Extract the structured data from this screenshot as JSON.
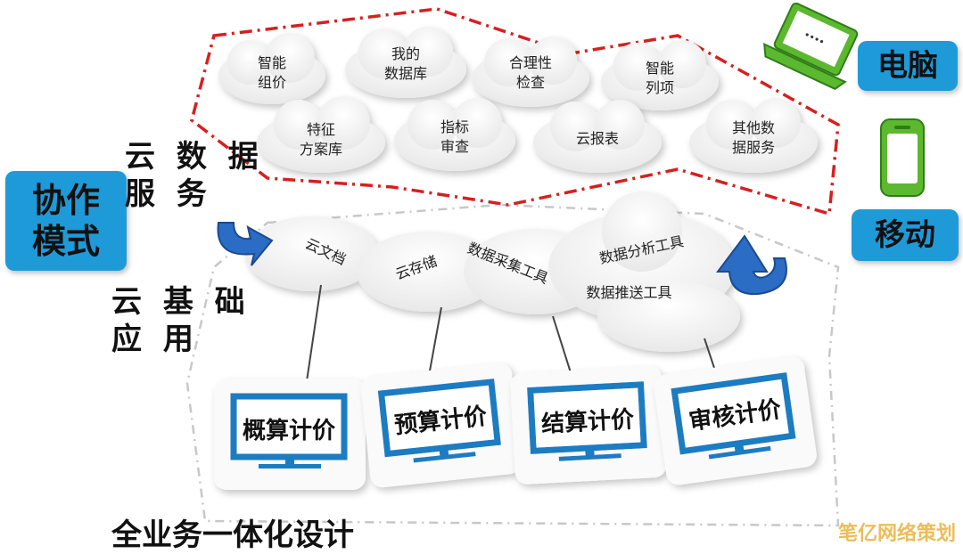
{
  "left_box": {
    "label": "协作\n模式"
  },
  "right_boxes": {
    "computer": "电脑",
    "mobile": "移动"
  },
  "section_labels": {
    "cloud_data_service": "云 数 据\n服 务",
    "cloud_basic_app": "云 基 础\n应 用",
    "integrated_design": "全业务一体化设计"
  },
  "data_service_clouds": [
    "智能\n组价",
    "我的\n数据库",
    "合理性\n检查",
    "智能\n列项",
    "特征\n方案库",
    "指标\n审查",
    "云报表",
    "其他数\n据服务"
  ],
  "basic_app_clouds": [
    "云文档",
    "云存储",
    "数据采集工具",
    "数据分析工具",
    "数据推送工具"
  ],
  "monitors": [
    "概算计价",
    "预算计价",
    "结算计价",
    "审核计价"
  ],
  "watermark": "笔亿网络策划",
  "colors": {
    "accent_blue": "#1f9ad8",
    "dashed_red": "#d62020",
    "device_green": "#5cb82e",
    "arrow_blue": "#2b6cc4",
    "watermark": "#e9b64a"
  }
}
